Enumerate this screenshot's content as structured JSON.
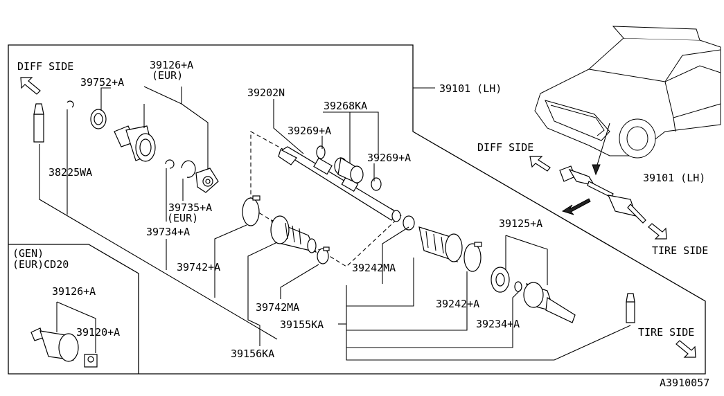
{
  "labels": {
    "diff_side_main": "DIFF SIDE",
    "diff_side_inset": "DIFF SIDE",
    "tire_side_inset": "TIRE SIDE",
    "tire_side_main": "TIRE SIDE",
    "gen_variant": "(GEN)",
    "eur_variant": "(EUR)CD20",
    "diagram_code": "A3910057"
  },
  "part_numbers": {
    "p39126_a": "39126+A",
    "p39126_a_note": "(EUR)",
    "p39752_a": "39752+A",
    "p38225wa": "38225WA",
    "p39735_a": "39735+A",
    "p39735_a_note": "(EUR)",
    "p39734_a": "39734+A",
    "p39742_a": "39742+A",
    "p39202n": "39202N",
    "p39268ka": "39268KA",
    "p39269_a_left": "39269+A",
    "p39269_a_right": "39269+A",
    "p39101_lh_main": "39101 (LH)",
    "p39101_lh_inset": "39101 (LH)",
    "p39742ma": "39742MA",
    "p39242ma": "39242MA",
    "p39155ka": "39155KA",
    "p39156ka": "39156KA",
    "p39125_a": "39125+A",
    "p39242_a": "39242+A",
    "p39234_a": "39234+A",
    "p39126_a_gen": "39126+A",
    "p39120_a_gen": "39120+A"
  }
}
